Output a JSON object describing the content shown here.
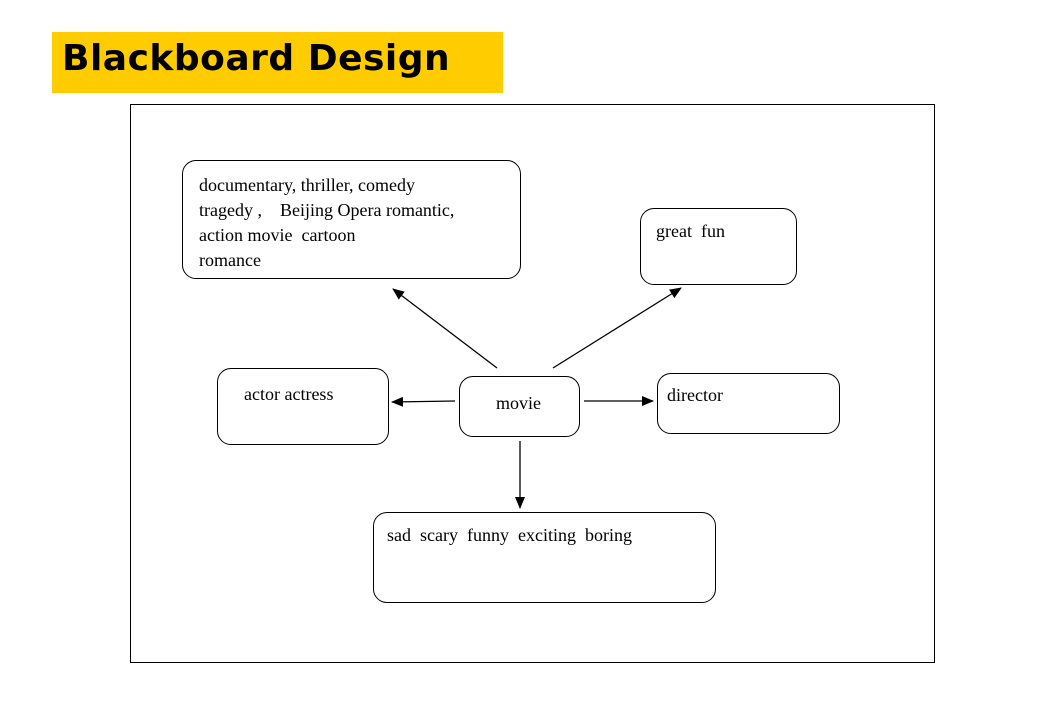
{
  "title": "Blackboard Design",
  "nodes": {
    "genres": {
      "lines": [
        "documentary, thriller, comedy",
        "tragedy ,    Beijing Opera romantic,",
        "action movie  cartoon",
        "romance"
      ]
    },
    "great_fun": {
      "label": "great  fun"
    },
    "actor": {
      "label": "actor actress"
    },
    "movie": {
      "label": "movie"
    },
    "director": {
      "label": "director"
    },
    "feelings": {
      "label": "sad  scary  funny  exciting  boring"
    }
  },
  "colors": {
    "banner": "#ffcc00",
    "ink": "#000000"
  }
}
